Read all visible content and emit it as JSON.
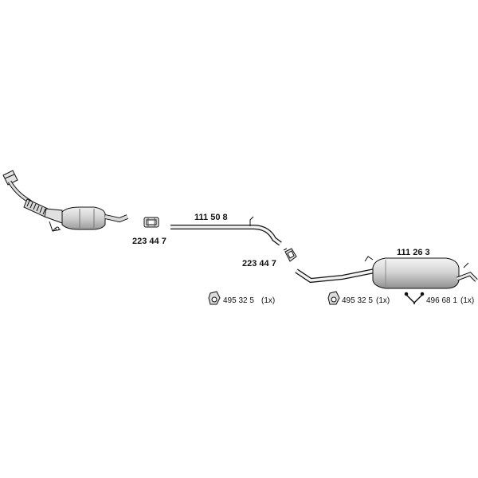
{
  "parts": {
    "front_pipe_label": "111 50 8",
    "rear_muffler_label": "111 26 3",
    "clamp_1_label": "223 44 7",
    "clamp_2_label": "223 44 7",
    "rubber_mount_1_label": "495 32 5",
    "rubber_mount_1_qty": "(1x)",
    "rubber_mount_2_label": "495 32 5",
    "rubber_mount_2_qty": "(1x)",
    "hanger_label": "496 68 1",
    "hanger_qty": "(1x)"
  },
  "colors": {
    "line": "#111111",
    "part_fill": "#e6e6e6",
    "part_shade": "#b8b8b8"
  }
}
